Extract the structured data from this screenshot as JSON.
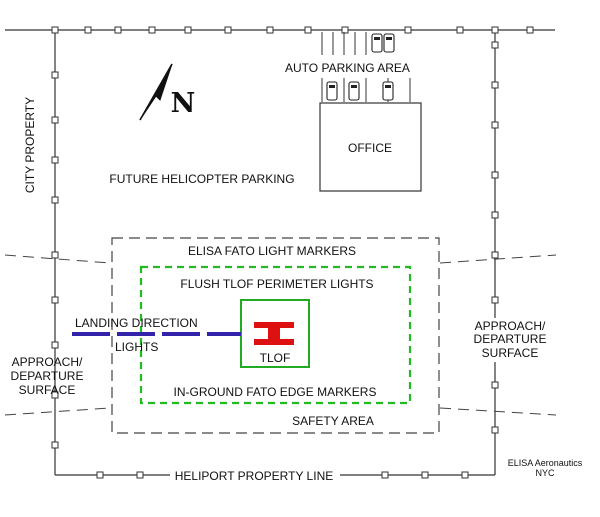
{
  "labels": {
    "auto_parking": "AUTO PARKING AREA",
    "office": "OFFICE",
    "future_parking": "FUTURE HELICOPTER PARKING",
    "city_property": "CITY PROPERTY",
    "elisa_markers": "ELISA FATO LIGHT MARKERS",
    "flush_lights": "FLUSH TLOF PERIMETER LIGHTS",
    "landing_direction_line1": "LANDING DIRECTION",
    "landing_direction_line2": "LIGHTS",
    "approach_left_line1": "APPROACH/",
    "approach_left_line2": "DEPARTURE",
    "approach_left_line3": "SURFACE",
    "approach_right_line1": "APPROACH/",
    "approach_right_line2": "DEPARTURE",
    "approach_right_line3": "SURFACE",
    "tlof": "TLOF",
    "fato_edge_markers": "IN-GROUND FATO EDGE MARKERS",
    "safety_area": "SAFETY AREA",
    "property_line": "HELIPORT PROPERTY LINE",
    "credit_line1": "ELISA Aeronautics",
    "credit_line2": "NYC",
    "north": "N"
  },
  "colors": {
    "fato_perimeter": "#22bb22",
    "tlof_outline": "#22aa22",
    "helipad_h": "#dd1111",
    "landing_lights": "#3322aa"
  }
}
